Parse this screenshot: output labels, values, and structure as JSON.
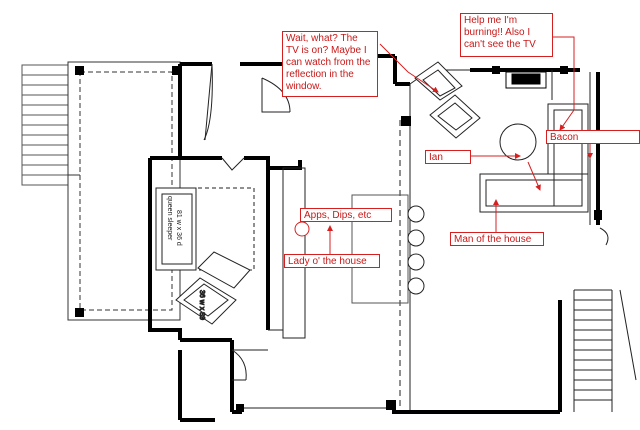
{
  "annotations": {
    "tv_reflection": "Wait, what? The\nTV is on? Maybe I\ncan watch from the\nreflection in the\nwindow.",
    "burning": "Help me I'm\nburning!! Also I\ncan't see the TV",
    "bacon": "Bacon",
    "ian": "Ian",
    "apps_dips": "Apps, Dips, etc",
    "lady": "Lady o' the house",
    "man": "Man of  the house"
  },
  "furniture_labels": {
    "queen_sleeper_1": "queen sleeper",
    "queen_sleeper_2": "81 w x 36 d",
    "chair": "36 w x 39"
  },
  "colors": {
    "annotation": "#d62020",
    "wall": "#000000",
    "line": "#222222"
  }
}
